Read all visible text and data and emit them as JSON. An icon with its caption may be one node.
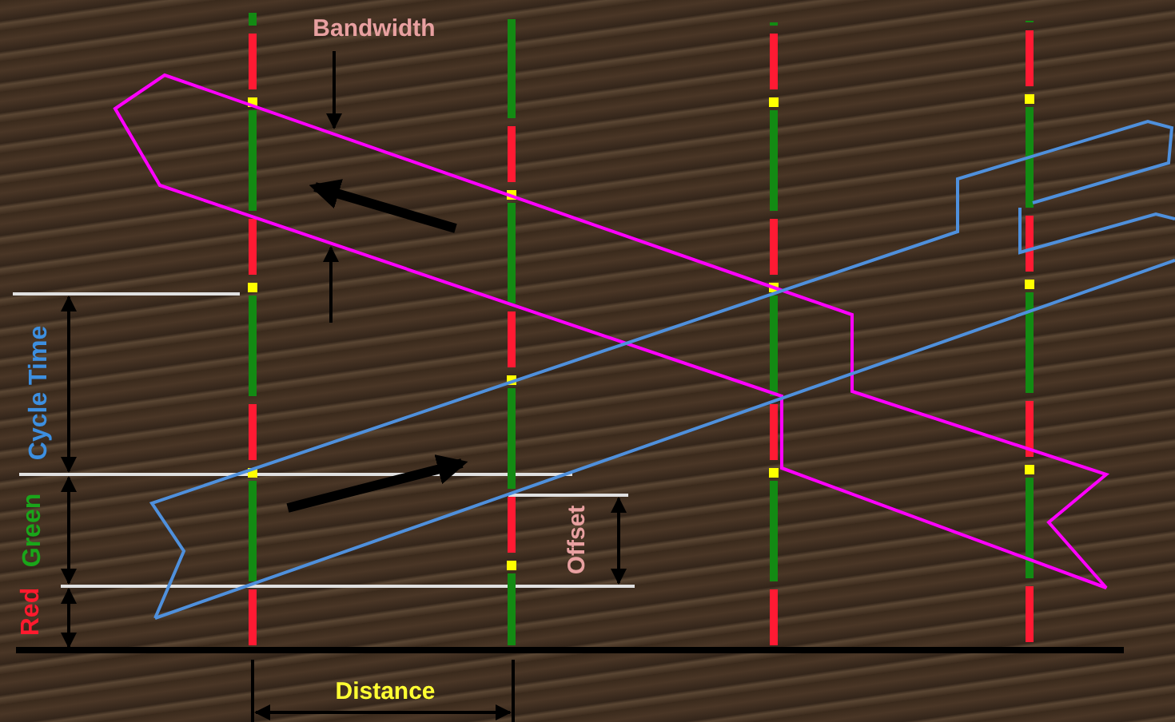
{
  "diagram": {
    "labels": [
      "Bandwidth",
      "Cycle Time",
      "Green",
      "Red",
      "Offset",
      "Distance"
    ]
  }
}
